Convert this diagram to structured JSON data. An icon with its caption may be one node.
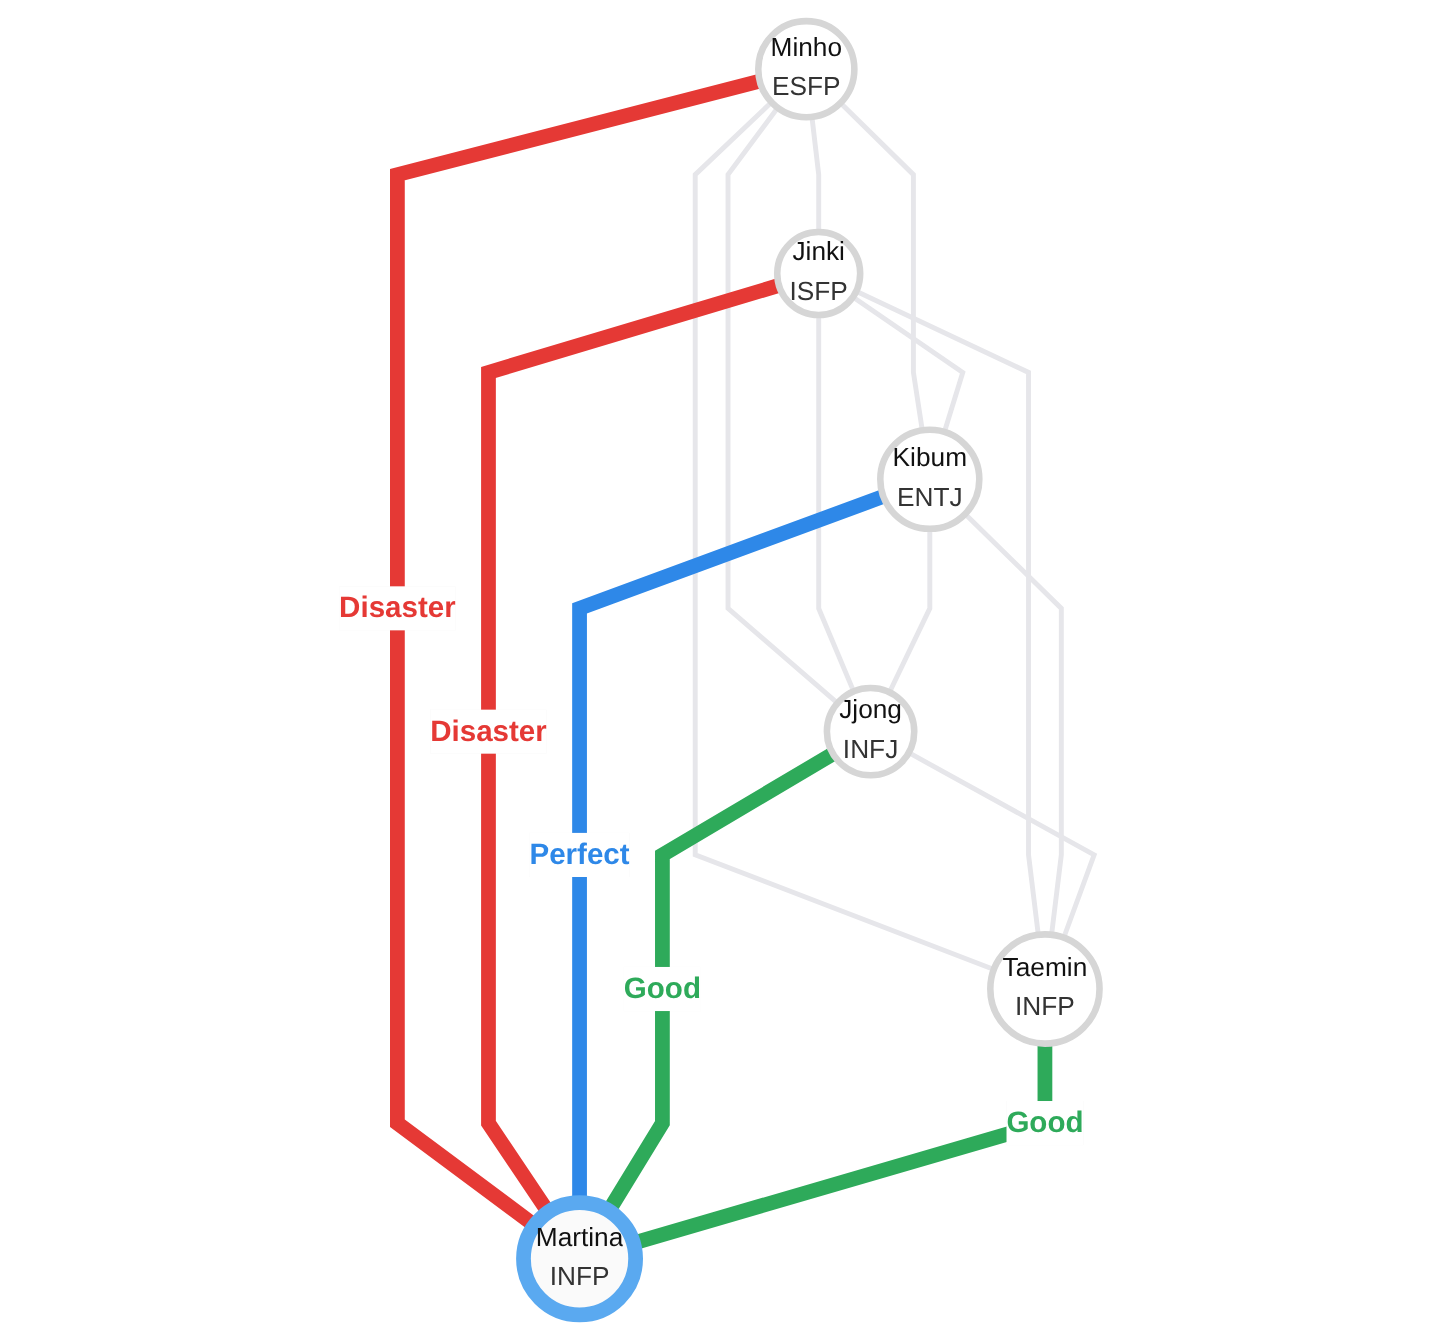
{
  "diagram": {
    "nodes": [
      {
        "text": [
          "Minho",
          "ESFP"
        ]
      },
      {
        "text": [
          "Jinki",
          "ISFP"
        ]
      },
      {
        "text": [
          "Kibum",
          "ENTJ"
        ]
      },
      {
        "text": [
          "Martina",
          "INFP"
        ]
      },
      {
        "text": [
          "Jjong",
          "INFJ"
        ]
      },
      {
        "text": [
          "Taemin",
          "INFP"
        ]
      }
    ],
    "edges": [
      {
        "from": 0,
        "to": 1,
        "arrow": "none"
      },
      {
        "from": 0,
        "to": 2,
        "arrow": "none"
      },
      {
        "from": 0,
        "to": 4,
        "arrow": "none"
      },
      {
        "from": 0,
        "to": 5,
        "arrow": "none"
      },
      {
        "from": 1,
        "to": 2,
        "arrow": "none"
      },
      {
        "from": 1,
        "to": 4,
        "arrow": "none"
      },
      {
        "from": 1,
        "to": 5,
        "arrow": "none"
      },
      {
        "from": 2,
        "to": 4,
        "arrow": "none"
      },
      {
        "from": 2,
        "to": 5,
        "arrow": "none"
      },
      {
        "from": 4,
        "to": 5,
        "arrow": "none"
      },
      {
        "from": 0,
        "to": 3,
        "arrow": "none",
        "label": "Disaster",
        "style": "thick",
        "color": "#e53935"
      },
      {
        "from": 1,
        "to": 3,
        "arrow": "none",
        "label": "Disaster",
        "style": "thick",
        "color": "#e53935"
      },
      {
        "from": 2,
        "to": 3,
        "arrow": "none",
        "label": "Perfect",
        "style": "thick",
        "color": "#2e88e8"
      },
      {
        "from": 4,
        "to": 3,
        "arrow": "none",
        "label": "Good",
        "style": "thick",
        "color": "#2eaa5a"
      },
      {
        "from": 5,
        "to": 3,
        "arrow": "none",
        "label": "Good",
        "style": "thick",
        "color": "#2eaa5a"
      }
    ]
  }
}
